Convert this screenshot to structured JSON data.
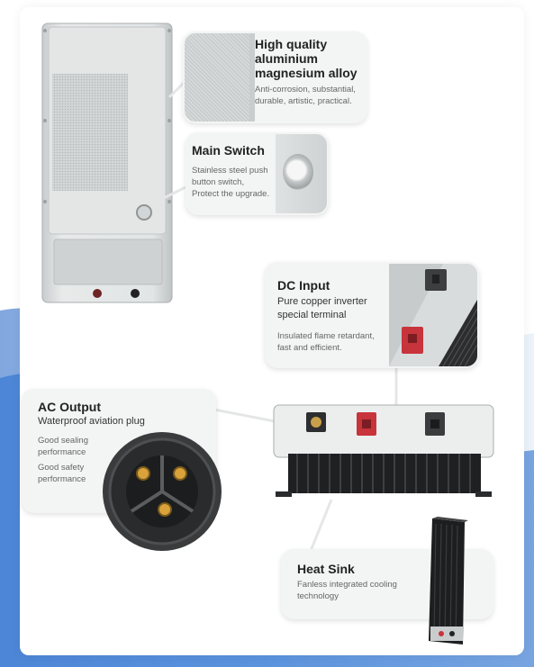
{
  "alloy": {
    "title_line1": "High quality",
    "title_line2": "aluminium",
    "title_line3": "magnesium alloy",
    "desc_line1": "Anti-corrosion, substantial,",
    "desc_line2": "durable, artistic, practical."
  },
  "switch": {
    "title": "Main Switch",
    "desc_line1": "Stainless steel push",
    "desc_line2": "button switch,",
    "desc_line3": "Protect the upgrade."
  },
  "dc": {
    "title": "DC Input",
    "sub_line1": "Pure copper inverter",
    "sub_line2": "special terminal",
    "desc_line1": "Insulated flame retardant,",
    "desc_line2": "fast and efficient."
  },
  "ac": {
    "title": "AC Output",
    "sub": "Waterproof aviation plug",
    "desc1_line1": "Good sealing",
    "desc1_line2": "performance",
    "desc2_line1": "Good safety",
    "desc2_line2": "performance"
  },
  "heatsink": {
    "title": "Heat Sink",
    "desc_line1": "Fanless integrated cooling",
    "desc_line2": "technology"
  },
  "colors": {
    "accent": "#1f6fd1",
    "card": "#f3f4f4",
    "terminal_red": "#c8343b"
  }
}
